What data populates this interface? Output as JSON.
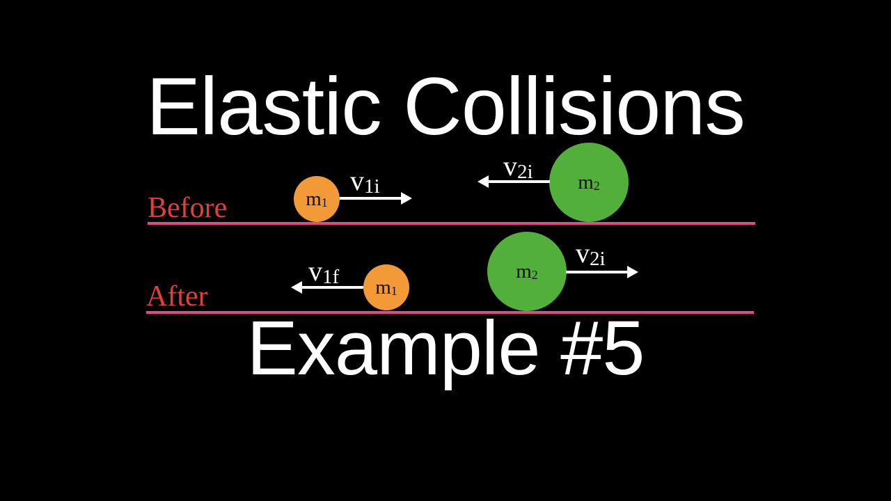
{
  "title": "Elastic Collisions",
  "subtitle": "Example #5",
  "colors": {
    "background": "#000000",
    "text": "#ffffff",
    "phase_label": "#e0403a",
    "ground_line": "#e04a8a",
    "mass1": "#f29a38",
    "mass2": "#52b03a",
    "arrow": "#ffffff"
  },
  "before": {
    "label": "Before",
    "mass1": {
      "symbol": "m",
      "subscript": "1"
    },
    "mass2": {
      "symbol": "m",
      "subscript": "2"
    },
    "v1": {
      "symbol": "v",
      "subscript": "1i",
      "direction": "right"
    },
    "v2": {
      "symbol": "v",
      "subscript": "2i",
      "direction": "left"
    }
  },
  "after": {
    "label": "After",
    "mass1": {
      "symbol": "m",
      "subscript": "1"
    },
    "mass2": {
      "symbol": "m",
      "subscript": "2"
    },
    "v1": {
      "symbol": "v",
      "subscript": "1f",
      "direction": "left"
    },
    "v2": {
      "symbol": "v",
      "subscript": "2i",
      "direction": "right"
    }
  }
}
